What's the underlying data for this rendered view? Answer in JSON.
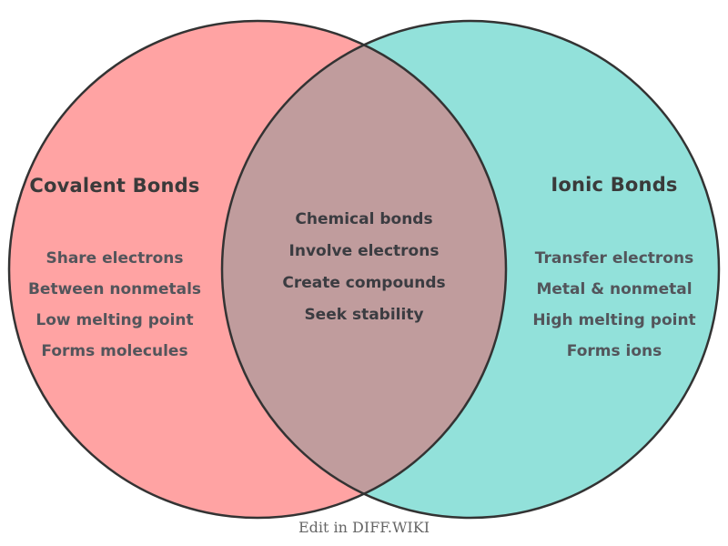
{
  "venn": {
    "left": {
      "title": "Covalent Bonds",
      "items": [
        "Share electrons",
        "Between nonmetals",
        "Low melting point",
        "Forms molecules"
      ],
      "fill_color": "#FFA3A3"
    },
    "right": {
      "title": "Ionic Bonds",
      "items": [
        "Transfer electrons",
        "Metal & nonmetal",
        "High melting point",
        "Forms ions"
      ],
      "fill_color": "#92E1DA"
    },
    "overlap": {
      "items": [
        "Chemical bonds",
        "Involve electrons",
        "Create compounds",
        "Seek stability"
      ],
      "fill_color": "#C09C9D"
    },
    "outline_color": "#333333",
    "footer": {
      "caption": "Edit in DIFF.WIKI"
    }
  }
}
